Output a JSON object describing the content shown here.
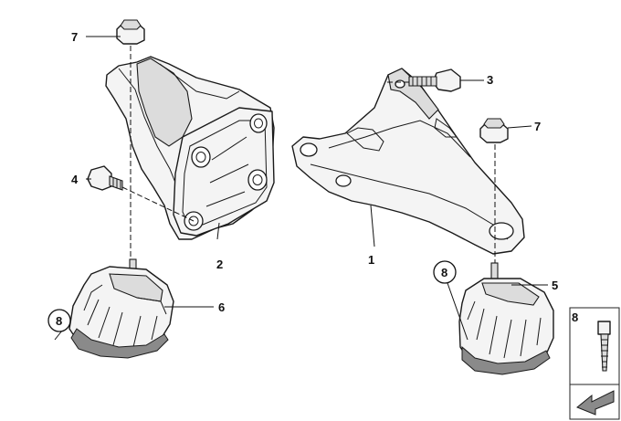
{
  "labels": {
    "p1": "1",
    "p2": "2",
    "p3": "3",
    "p4": "4",
    "p5": "5",
    "p6": "6",
    "p7a": "7",
    "p7b": "7",
    "p8a": "8",
    "p8b": "8",
    "p8c": "8"
  }
}
